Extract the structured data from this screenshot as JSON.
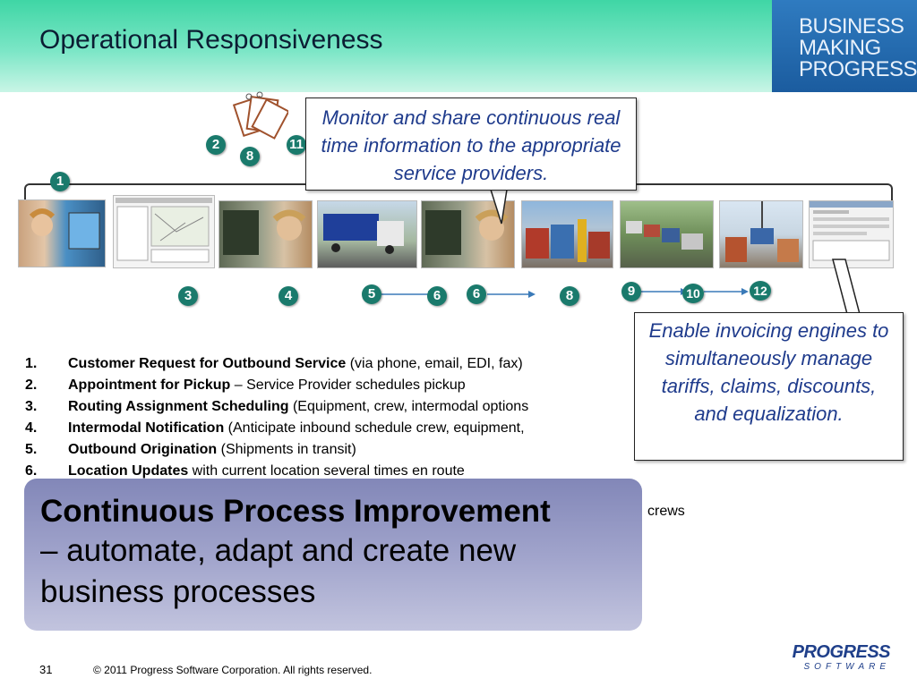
{
  "header": {
    "title": "Operational Responsiveness"
  },
  "logo": {
    "line1": "BUSINESS",
    "line2": "MAKING",
    "line3": "PROGRESS"
  },
  "badges": {
    "b1": "1",
    "b2": "2",
    "b8a": "8",
    "b11": "11",
    "b3": "3",
    "b4": "4",
    "b5": "5",
    "b6a": "6",
    "b6b": "6",
    "b8b": "8",
    "b9": "9",
    "b10": "10",
    "b12": "12"
  },
  "callouts": {
    "top": "Monitor and share continuous real time information to the appropriate service providers.",
    "right": "Enable invoicing engines to simultaneously manage tariffs, claims, discounts, and equalization."
  },
  "steps": [
    {
      "num": "1.",
      "bold": "Customer Request for Outbound Service",
      "rest": " (via phone, email, EDI, fax)"
    },
    {
      "num": "2.",
      "bold": "Appointment for Pickup",
      "rest": " – Service Provider schedules pickup"
    },
    {
      "num": "3.",
      "bold": "Routing Assignment Scheduling",
      "rest": " (Equipment, crew, intermodal options"
    },
    {
      "num": "4.",
      "bold": "Intermodal Notification",
      "rest": " (Anticipate inbound schedule crew, equipment,"
    },
    {
      "num": "5.",
      "bold": "Outbound Origination",
      "rest": " (Shipments in transit)"
    },
    {
      "num": "6.",
      "bold": "Location Updates",
      "rest": " with current location several times en route"
    }
  ],
  "crews_text": "crews",
  "overlay": {
    "head": "Continuous Process Improvement",
    "rest": "– automate, adapt and create new business processes"
  },
  "footer": {
    "page": "31",
    "copyright": "© 2011 Progress Software Corporation. All rights reserved.",
    "brand1": "PROGRESS",
    "brand2": "SOFTWARE"
  },
  "colors": {
    "badge": "#1a7a6c",
    "callout_text": "#1f3b8c",
    "header_green": "#3fd6a5",
    "logo_blue": "#1b5c9f"
  }
}
